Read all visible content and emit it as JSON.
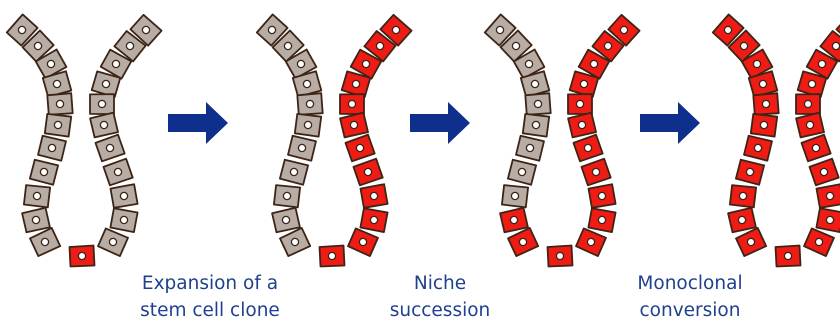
{
  "colors": {
    "grey_cell": "#b7ada4",
    "red_cell": "#ee1c14",
    "cell_outline": "#3d2416",
    "nucleus_fill": "#ffffff",
    "arrow": "#0f2f8c",
    "caption_text": "#1f3f8f"
  },
  "icons": {
    "arrow": "right-arrow-icon"
  },
  "stages": [
    {
      "id": "stage-1",
      "red_cells": {
        "left": [],
        "right": [],
        "bottom": true
      }
    },
    {
      "id": "stage-2",
      "red_cells": {
        "left": [],
        "right": [
          0,
          1,
          2,
          3,
          4,
          5,
          6,
          7,
          8,
          9,
          10
        ],
        "bottom": true
      }
    },
    {
      "id": "stage-3",
      "red_cells": {
        "left": [
          9,
          10
        ],
        "right": [
          0,
          1,
          2,
          3,
          4,
          5,
          6,
          7,
          8,
          9,
          10
        ],
        "bottom": true
      }
    },
    {
      "id": "stage-4",
      "red_cells": {
        "left": [
          0,
          1,
          2,
          3,
          4,
          5,
          6,
          7,
          8,
          9,
          10
        ],
        "right": [
          0,
          1,
          2,
          3,
          4,
          5,
          6,
          7,
          8,
          9,
          10
        ],
        "bottom": true
      }
    }
  ],
  "captions": [
    {
      "line1": "Expansion of a",
      "line2": "stem cell clone"
    },
    {
      "line1": "Niche",
      "line2": "succession"
    },
    {
      "line1": "Monoclonal",
      "line2": "conversion"
    }
  ]
}
